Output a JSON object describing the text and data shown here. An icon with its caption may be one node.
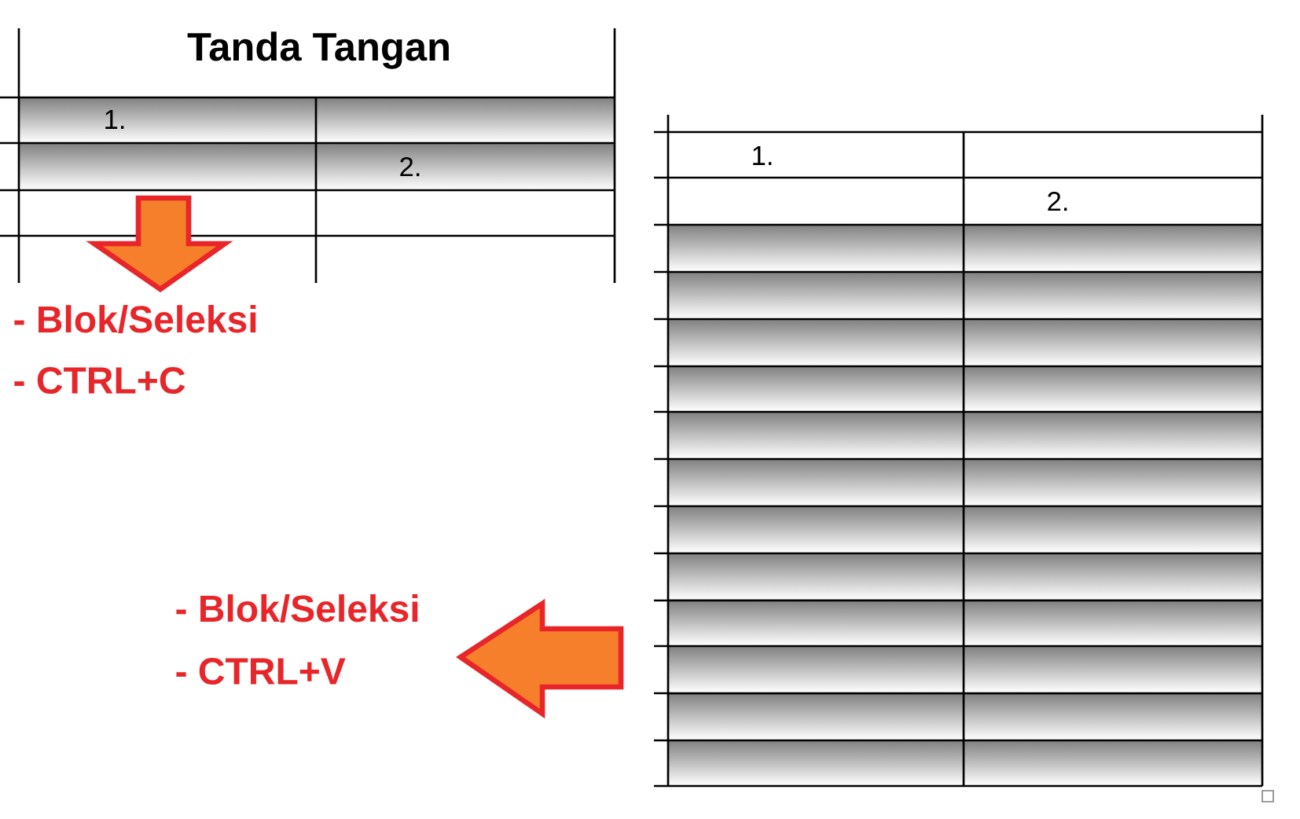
{
  "diagram": {
    "labels": [
      "Tanda Tangan",
      "1.",
      "2.",
      "- Blok/Seleksi",
      "- CTRL+C",
      "1.",
      "2.",
      "- Blok/Seleksi",
      "- CTRL+V"
    ]
  }
}
